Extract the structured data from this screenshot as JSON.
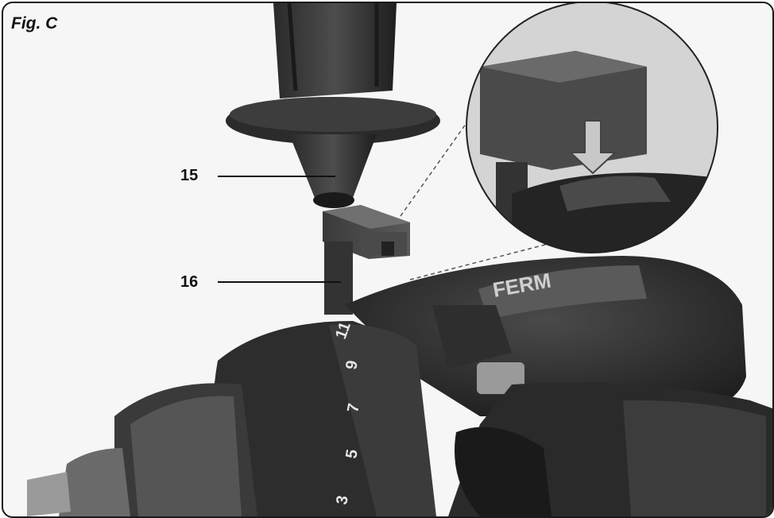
{
  "figure": {
    "label": "Fig. C",
    "brand": "FERM",
    "callouts": [
      {
        "number": "15"
      },
      {
        "number": "16"
      }
    ],
    "dial_numbers": [
      "3",
      "5",
      "7",
      "9",
      "11"
    ]
  }
}
